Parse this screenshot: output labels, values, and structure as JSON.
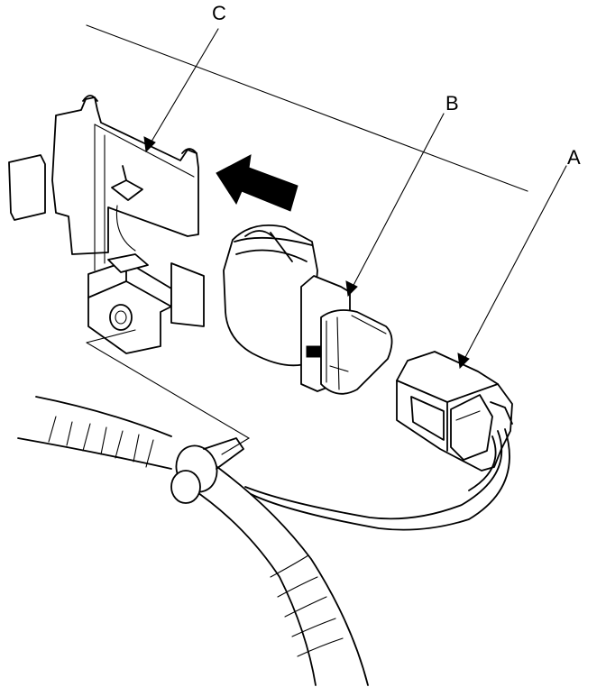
{
  "callouts": [
    {
      "id": "A",
      "text": "A"
    },
    {
      "id": "B",
      "text": "B"
    },
    {
      "id": "C",
      "text": "C"
    }
  ],
  "icons": {
    "direction_arrow": "left-arrow-icon"
  },
  "colors": {
    "line": "#000000",
    "background": "#ffffff"
  }
}
